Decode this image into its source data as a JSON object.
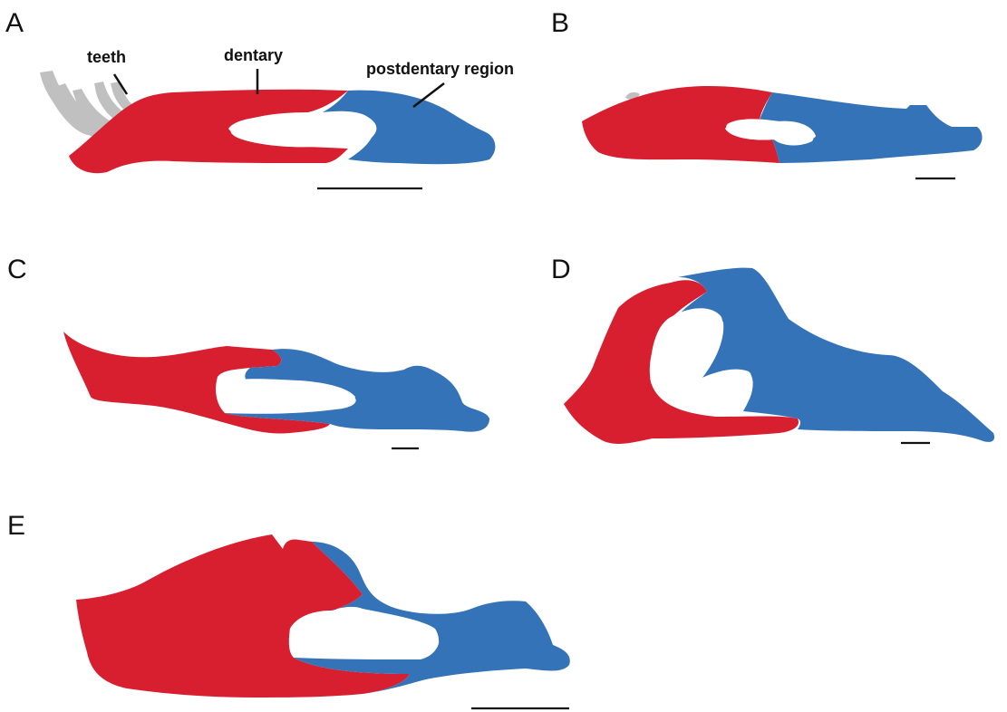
{
  "panels": [
    {
      "letter": "A"
    },
    {
      "letter": "B"
    },
    {
      "letter": "C"
    },
    {
      "letter": "D"
    },
    {
      "letter": "E"
    }
  ],
  "annotations": {
    "teeth": "teeth",
    "dentary": "dentary",
    "postdentary": "postdentary region"
  },
  "colors": {
    "dentary": "#d81f30",
    "postdentary": "#3473b7",
    "teeth": "#c0c0c0",
    "ink": "#111111"
  }
}
